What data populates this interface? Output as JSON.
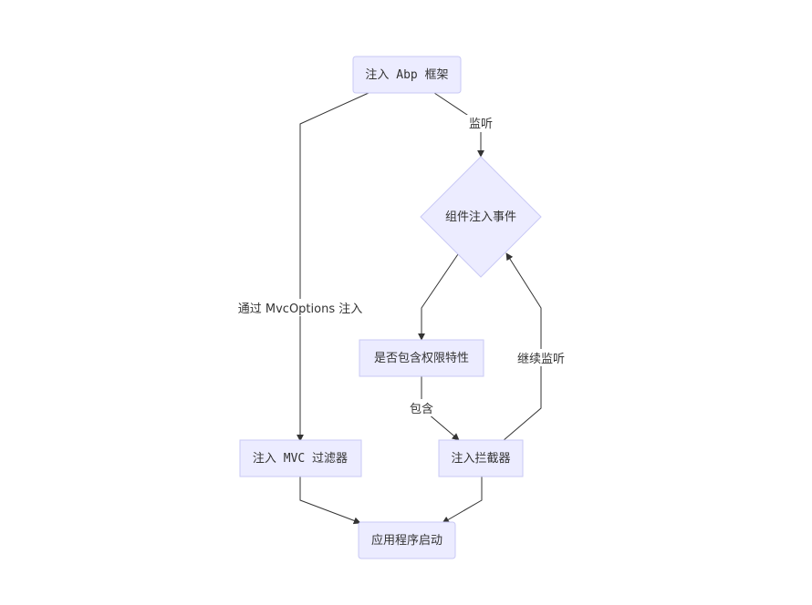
{
  "diagram": {
    "nodes": {
      "inject_abp": {
        "label": "注入 Abp 框架"
      },
      "component_event": {
        "label": "组件注入事件"
      },
      "has_permission": {
        "label": "是否包含权限特性"
      },
      "inject_interceptor": {
        "label": "注入拦截器"
      },
      "inject_mvc_filter": {
        "label": "注入 MVC 过滤器"
      },
      "app_start": {
        "label": "应用程序启动"
      }
    },
    "edges": {
      "abp_to_event": {
        "label": "监听"
      },
      "abp_to_mvc": {
        "label": "通过 MvcOptions 注入"
      },
      "permission_to_interceptor": {
        "label": "包含"
      },
      "interceptor_to_event": {
        "label": "继续监听"
      }
    },
    "colors": {
      "node_fill": "#ececff",
      "node_stroke": "#c9c9f5",
      "edge": "#333333",
      "text": "#333333"
    }
  }
}
